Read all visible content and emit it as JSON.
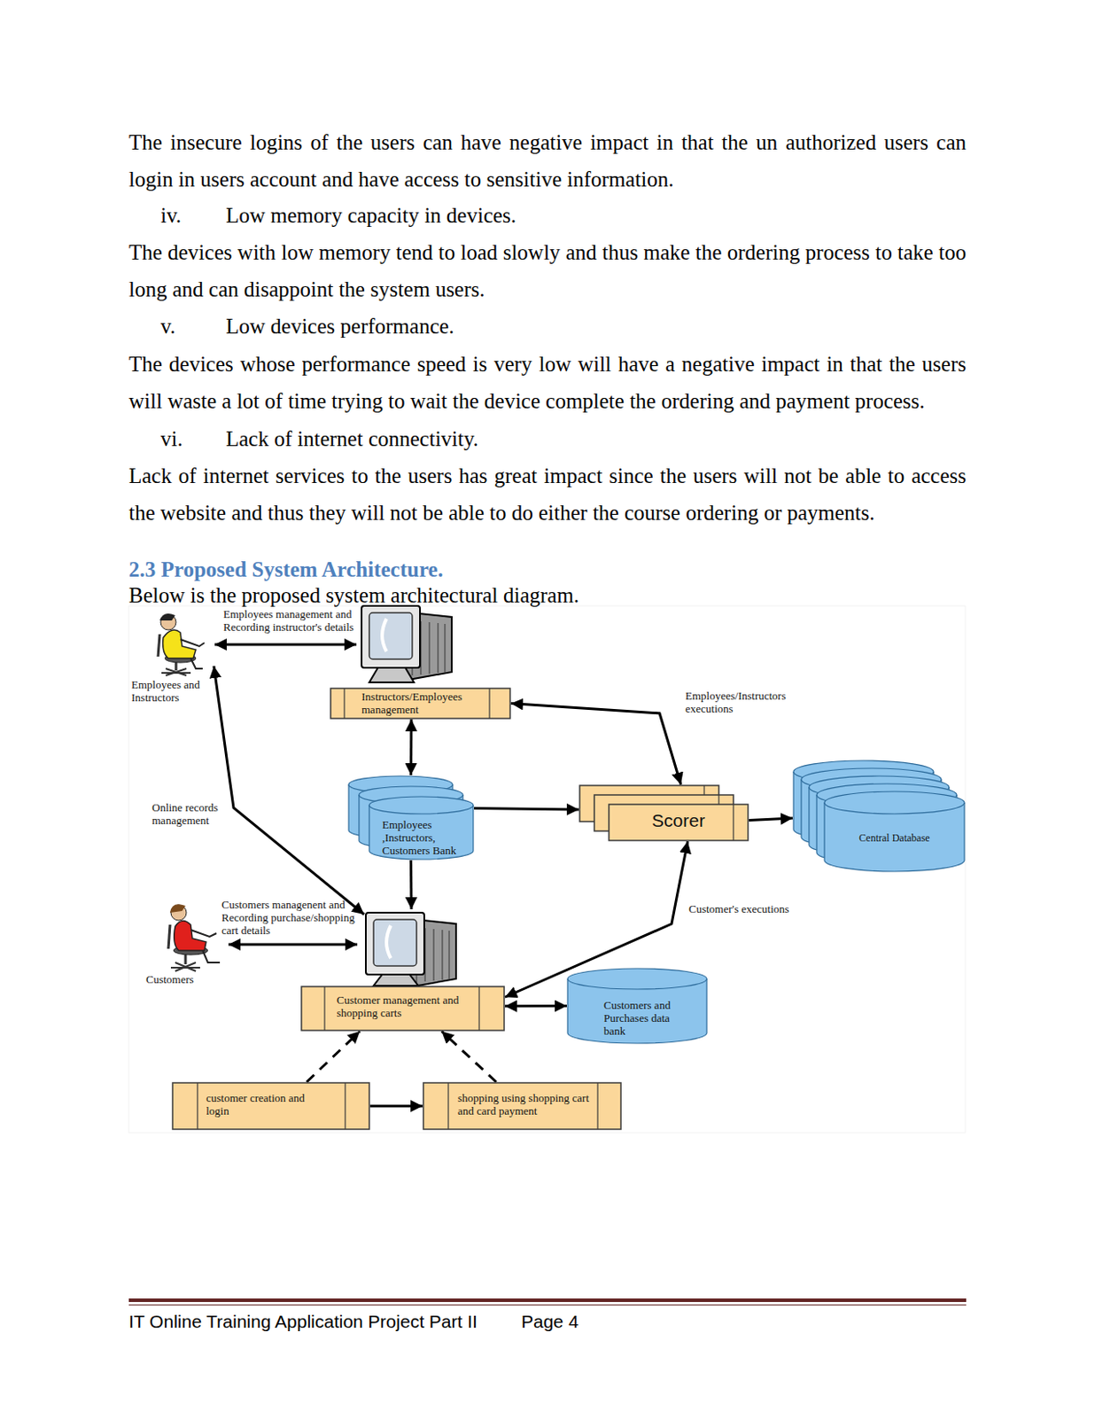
{
  "diagram": {
    "title": "2.3 Proposed System Architecture.",
    "nodes": [
      {
        "text": [
          "Instructors/Employees management"
        ]
      },
      {
        "text": [
          "Employees ,Instructors, Customers Bank"
        ]
      },
      {
        "text": [
          "Scorer"
        ]
      },
      {
        "text": [
          "Central Database"
        ]
      },
      {
        "text": [
          "Customer management and shopping carts"
        ]
      },
      {
        "text": [
          "Customers and Purchases data bank"
        ]
      },
      {
        "text": [
          "customer creation and login"
        ]
      },
      {
        "text": [
          "shopping using shopping cart and card payment"
        ]
      }
    ],
    "edges": [
      {
        "from": 0,
        "to": 1,
        "arrow": "both"
      },
      {
        "from": 0,
        "to": 2,
        "arrow": "both",
        "label": "Employees/Instructors executions"
      },
      {
        "from": 1,
        "to": 2,
        "arrow": "to"
      },
      {
        "from": 2,
        "to": 3,
        "arrow": "to"
      },
      {
        "from": 1,
        "to": 4,
        "arrow": "to"
      },
      {
        "from": 2,
        "to": 4,
        "arrow": "both",
        "label": "Customer's executions"
      },
      {
        "from": 4,
        "to": 5,
        "arrow": "both"
      },
      {
        "from": 6,
        "to": 4,
        "arrow": "to"
      },
      {
        "from": 7,
        "to": 4,
        "arrow": "to"
      },
      {
        "from": 6,
        "to": 7,
        "arrow": "to"
      }
    ],
    "labels": [
      "The insecure logins of the users can have negative impact in that the un authorized users can login in users account and have access to sensitive information.",
      "iv.",
      "Low memory capacity in devices.",
      "The devices with low memory tend to load slowly and thus make the ordering process to take too long and can disappoint the system users.",
      "v.",
      "Low devices performance.",
      "The devices whose performance speed is very low will have a negative impact in that the users will waste a lot of time trying to wait the device complete the ordering and payment process.",
      "vi.",
      "Lack of internet connectivity.",
      "Lack of internet services to the users has great impact since the users will not be able to access the website and thus they will not be able to do either the course ordering or payments.",
      "Below is the proposed system architectural diagram.",
      "Employees management and Recording instructor's details",
      "Employees and Instructors",
      "Online records management",
      "Customers managenent and Recording purchase/shopping cart details",
      "Customers",
      "IT Online Training Application Project Part II",
      "Page 4"
    ]
  }
}
